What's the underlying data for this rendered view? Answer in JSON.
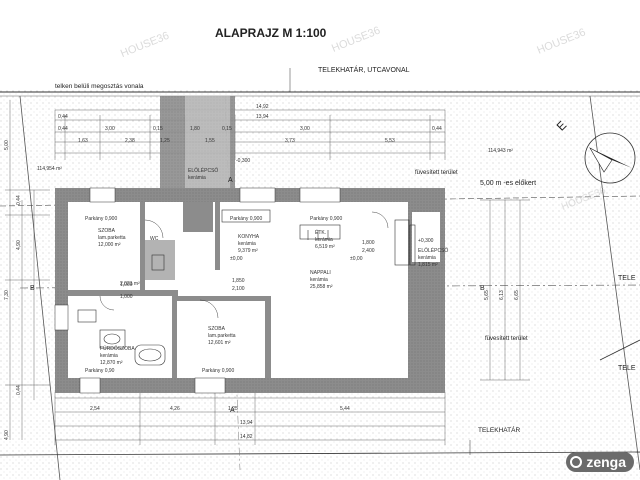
{
  "title": "ALAPRAJZ   M 1:100",
  "labels": {
    "telekhatar_street": "TELEKHATÁR, UTCAVONAL",
    "telken_belul": "telken belüli megosztás vonala",
    "fuvesitett_1": "füvesített terület",
    "fuvesitett_2": "füvesített terület",
    "elokert": "5,00 m -es előkert",
    "telekhatar_bottom": "TELEKHATÁR",
    "telek_right_1": "TELE",
    "telek_right_2": "TELE",
    "area_top": "114,954 m²",
    "area_top_right": "114,943 m²",
    "section_b_left": "B",
    "section_b_right": "B",
    "section_a_top": "A",
    "section_a_bottom": "A"
  },
  "rooms": [
    {
      "name": "SZOBA",
      "floor": "lam.parketta",
      "area": "12,000 m²",
      "parapet": "Parkány 0,900"
    },
    {
      "name": "KONYHA",
      "floor": "kerámia",
      "area": "9,379 m²",
      "parapet": "Parkány 0,900"
    },
    {
      "name": "ÉTK.",
      "floor": "kerámia",
      "area": "6,519 m²",
      "parapet": "Parkány 0,900"
    },
    {
      "name": "NAPPALI",
      "floor": "kerámia",
      "area": "25,858 m²"
    },
    {
      "name": "FÜRDŐSZOBA",
      "floor": "kerámia",
      "area": "12,870 m²",
      "parapet": "Parkány 0,90"
    },
    {
      "name": "SZOBA",
      "floor": "lam.parketta",
      "area": "12,601 m²",
      "parapet": "Parkány 0,900"
    },
    {
      "name": "ELŐLÉPCSŐ",
      "floor": "kerámia",
      "area": "1,815 m²"
    },
    {
      "name": "ELŐLÉPCSŐ",
      "floor": "kerámia",
      "area": ""
    },
    {
      "name": "WC",
      "floor": "",
      "area": "2,021 m²"
    }
  ],
  "dims_top": [
    "0,44",
    "3,00",
    "0,15",
    "1,80",
    "0,15",
    "3,00",
    "0,44"
  ],
  "dims_total": [
    "14,92",
    "13,94",
    "0,44"
  ],
  "dims_row2": [
    "1,63",
    "2,38",
    "1,25",
    "1,55",
    "3,73",
    "5,53"
  ],
  "dims_bottom": [
    "2,54",
    "4,26",
    "1,25",
    "5,44",
    "13,94",
    "14,82"
  ],
  "dims_left": [
    "5,00",
    "0,44",
    "4,90",
    "7,30",
    "0,44",
    "4,90"
  ],
  "dims_right": [
    "5,65",
    "6,13",
    "6,65"
  ],
  "inner_dims": [
    "1,800",
    "2,400",
    "1,850",
    "2,100",
    "1,000",
    "1,000",
    "+0,300",
    "-0,300",
    "±0,00",
    "±0,00"
  ],
  "watermarks": [
    "HOUSE36",
    "HOUSE36",
    "HOUSE36"
  ],
  "brand": "zenga",
  "colors": {
    "wall": "#8c8c8c",
    "wall_dark": "#6e6e6e",
    "hatch": "#b5b5b5",
    "line": "#333333",
    "gridline": "#c9c9c9",
    "brand_bg": "#6b6b6b"
  }
}
